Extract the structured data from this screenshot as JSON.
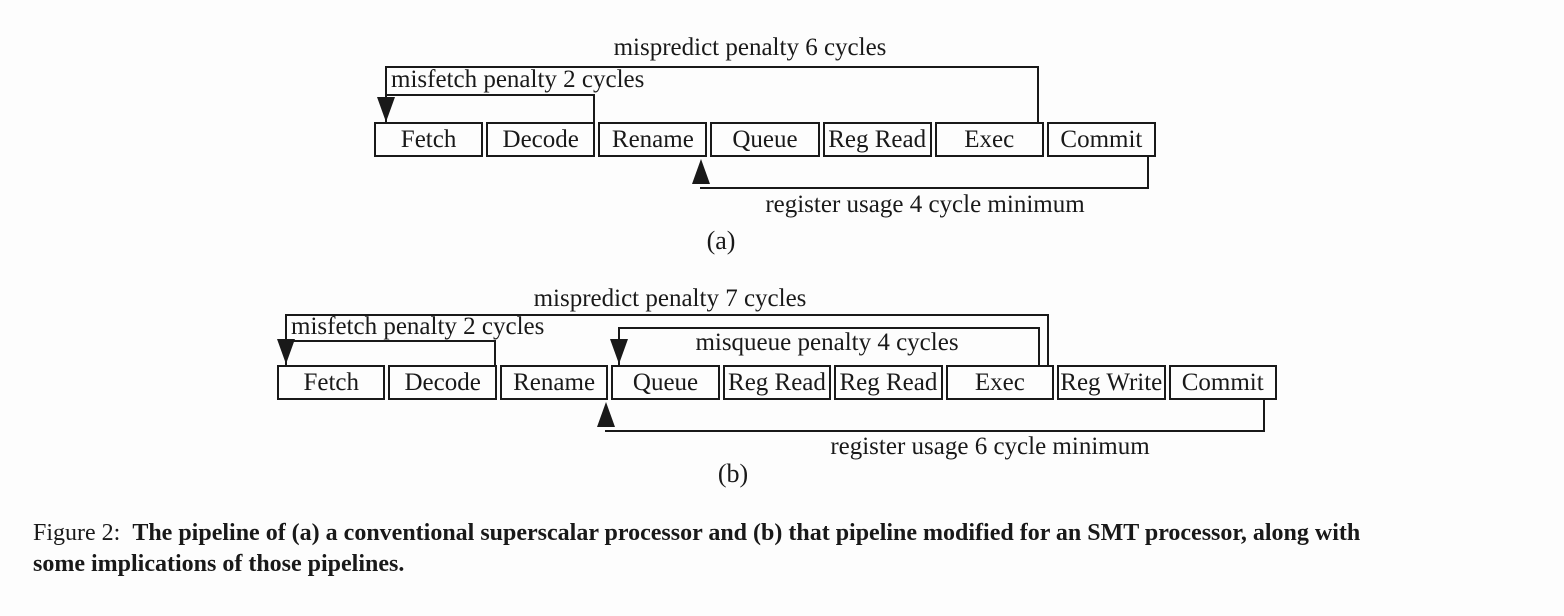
{
  "figure": {
    "diagram_a": {
      "stages": [
        "Fetch",
        "Decode",
        "Rename",
        "Queue",
        "Reg Read",
        "Exec",
        "Commit"
      ],
      "annotations": {
        "mispredict": "mispredict penalty 6 cycles",
        "misfetch": "misfetch penalty 2 cycles",
        "register_usage": "register usage 4 cycle minimum"
      },
      "label": "(a)"
    },
    "diagram_b": {
      "stages": [
        "Fetch",
        "Decode",
        "Rename",
        "Queue",
        "Reg Read",
        "Reg Read",
        "Exec",
        "Reg Write",
        "Commit"
      ],
      "annotations": {
        "mispredict": "mispredict penalty 7 cycles",
        "misfetch": "misfetch penalty 2 cycles",
        "misqueue": "misqueue penalty 4 cycles",
        "register_usage": "register usage 6 cycle minimum"
      },
      "label": "(b)"
    },
    "caption": {
      "prefix": "Figure 2:",
      "body_line1": "The pipeline of (a) a conventional superscalar processor and (b) that pipeline modified for an SMT processor, along with",
      "body_line2": "some implications of those pipelines."
    },
    "icons": {
      "down_arrow": "down-arrow-icon",
      "up_arrow": "up-arrow-icon"
    },
    "colors": {
      "ink": "#191919",
      "background": "#fdfdfd"
    }
  }
}
